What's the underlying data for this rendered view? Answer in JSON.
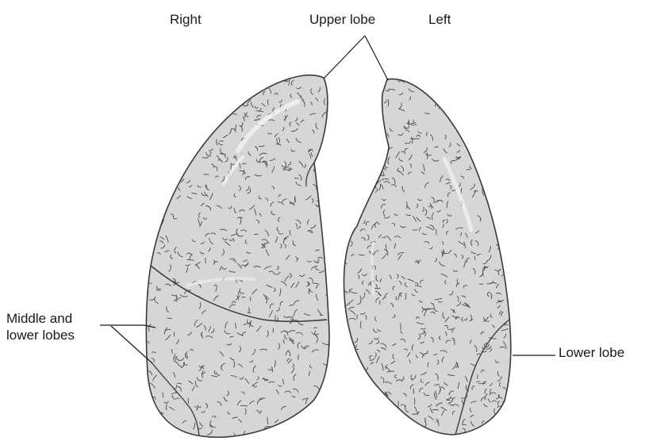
{
  "labels": {
    "right": "Right",
    "upper_lobe": "Upper lobe",
    "left": "Left",
    "middle_lower": [
      "Middle and",
      "lower lobes"
    ],
    "lower_lobe": "Lower lobe"
  },
  "colors": {
    "lung_fill": "#d6d6d6",
    "lung_outline": "#3a3a3a",
    "texture": "#4a4a4a",
    "highlight": "#f4f4f4",
    "leader_line": "#1a1a1a"
  }
}
